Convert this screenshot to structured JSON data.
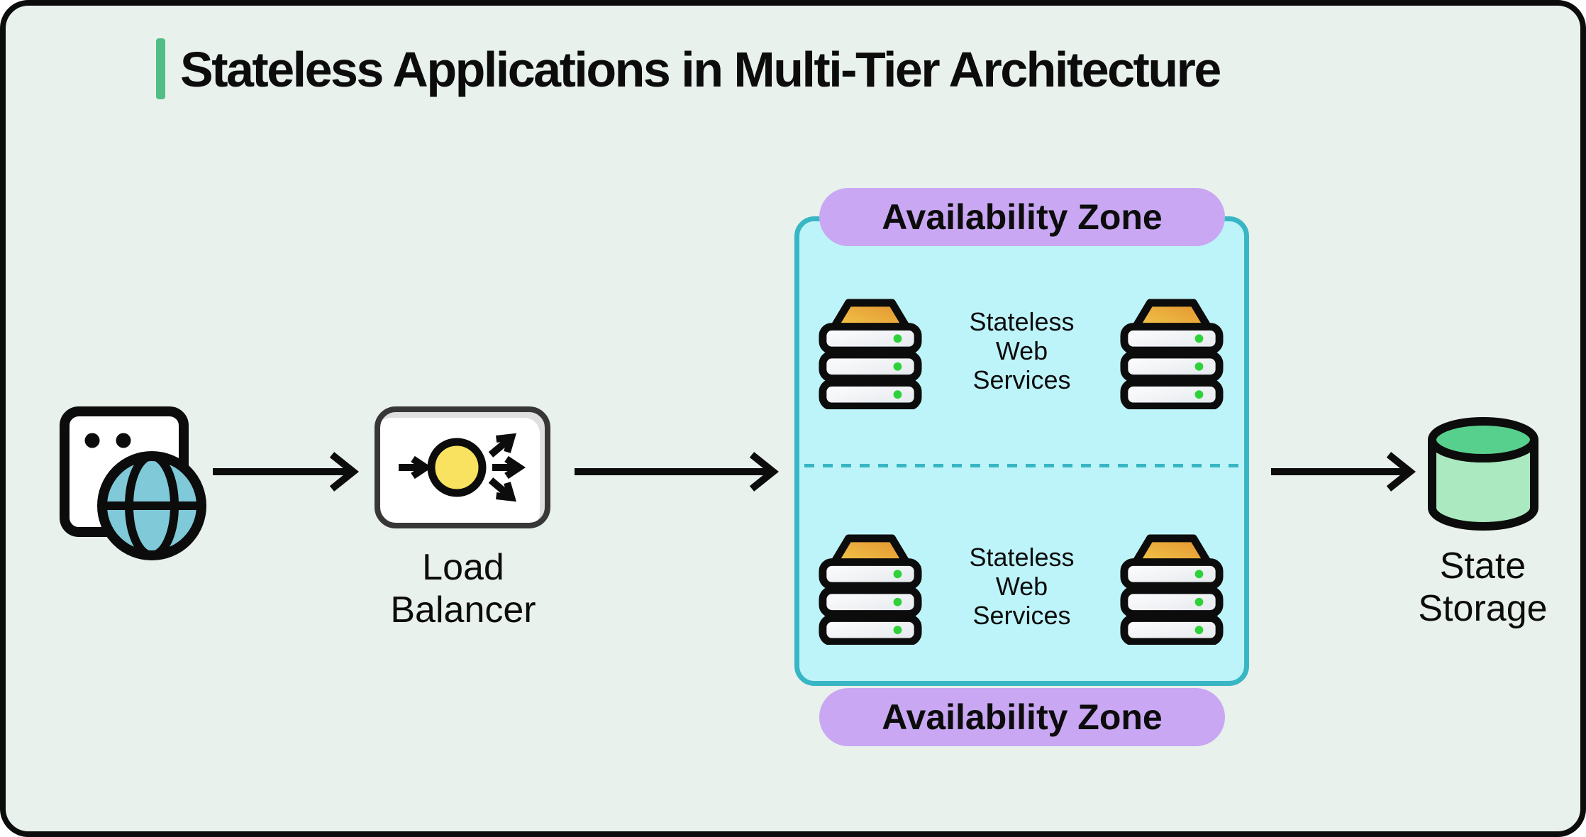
{
  "title": {
    "text": "Stateless Applications in Multi-Tier Architecture"
  },
  "nodes": {
    "client": {
      "icon": "browser-globe-icon"
    },
    "load_balancer": {
      "label": "Load Balancer",
      "icon": "load-balancer-icon"
    },
    "state_storage": {
      "label": "State Storage",
      "icon": "database-cylinder-icon"
    }
  },
  "zone": {
    "top_badge": "Availability Zone",
    "bottom_badge": "Availability Zone",
    "rows": [
      {
        "label": "Stateless Web Services",
        "icons": [
          "server-stack-icon",
          "server-stack-icon"
        ]
      },
      {
        "label": "Stateless Web Services",
        "icons": [
          "server-stack-icon",
          "server-stack-icon"
        ]
      }
    ]
  },
  "flow": {
    "arrows": [
      "client-to-load-balancer",
      "load-balancer-to-zone",
      "zone-to-state-storage"
    ]
  },
  "colors": {
    "page_bg": "#ffffff",
    "card_bg": "#e8f1ec",
    "ink": "#0c0c0c",
    "accent_green": "#52be86",
    "box_border": "#373737",
    "zone_fill": "#bdf4f9",
    "zone_border": "#39b6c4",
    "pill_purple": "#c9a7f3",
    "lb_yellow": "#f8e25f",
    "orange_light": "#f3cb4d",
    "orange_dark": "#e2912e",
    "dot_green": "#2fd13a",
    "globe_teal": "#7fc9d8",
    "cyl_top": "#58d08d",
    "cyl_body": "#abe9c0"
  }
}
